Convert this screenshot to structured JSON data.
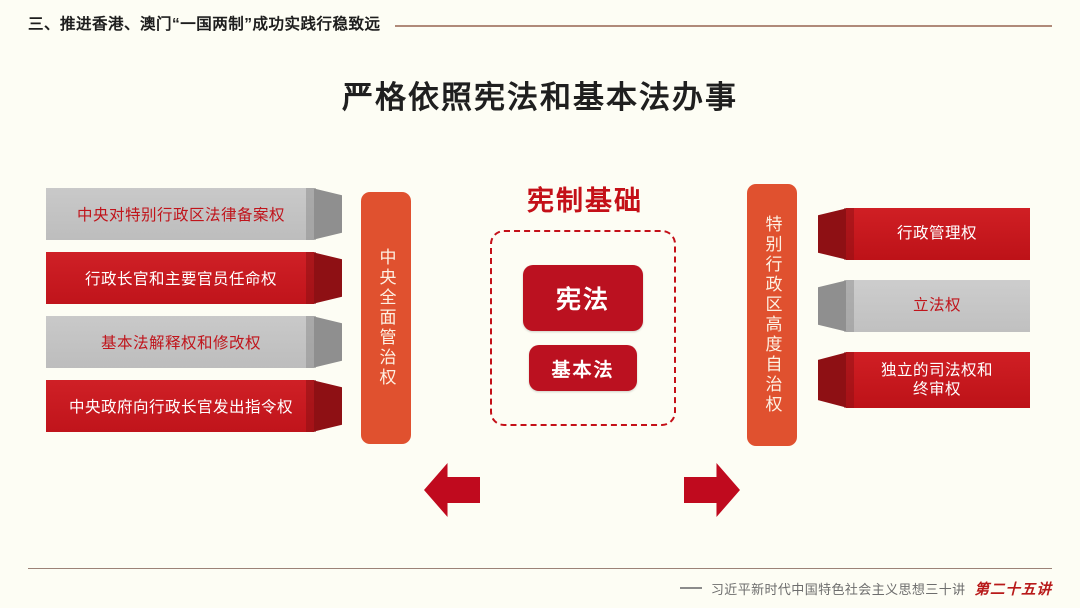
{
  "header": {
    "section_title": "三、推进香港、澳门“一国两制”成功实践行稳致远"
  },
  "main": {
    "title": "严格依照宪法和基本法办事"
  },
  "diagram": {
    "left_bar": {
      "label": "中央全面管治权"
    },
    "right_bar": {
      "label": "特别行政区高度自治权"
    },
    "center": {
      "title": "宪制基础",
      "chips": [
        {
          "label": "宪法"
        },
        {
          "label": "基本法"
        }
      ]
    },
    "arrows": {
      "left_arrow": "arrow-left",
      "right_arrow": "arrow-right"
    },
    "left_items": [
      {
        "label": "中央对特别行政区法律备案权",
        "style": "gray"
      },
      {
        "label": "行政长官和主要官员任命权",
        "style": "red"
      },
      {
        "label": "基本法解释权和修改权",
        "style": "gray"
      },
      {
        "label": "中央政府向行政长官发出指令权",
        "style": "red"
      }
    ],
    "right_items": [
      {
        "label": "行政管理权",
        "style": "red"
      },
      {
        "label": "立法权",
        "style": "gray"
      },
      {
        "label": "独立的司法权和\n终审权",
        "style": "red"
      }
    ]
  },
  "footer": {
    "series": "习近平新时代中国特色社会主义思想三十讲",
    "lecture": "第二十五讲"
  },
  "colors": {
    "background": "#fdfdf4",
    "red": "#c0141b",
    "deep_red": "#bb1120",
    "orange": "#e0512f",
    "gray": "#c4c4c4",
    "bevel_red": "#8e1014",
    "bevel_gray": "#8f8f8f",
    "rule": "#b08a79",
    "footer_text": "#6d6d6d"
  }
}
